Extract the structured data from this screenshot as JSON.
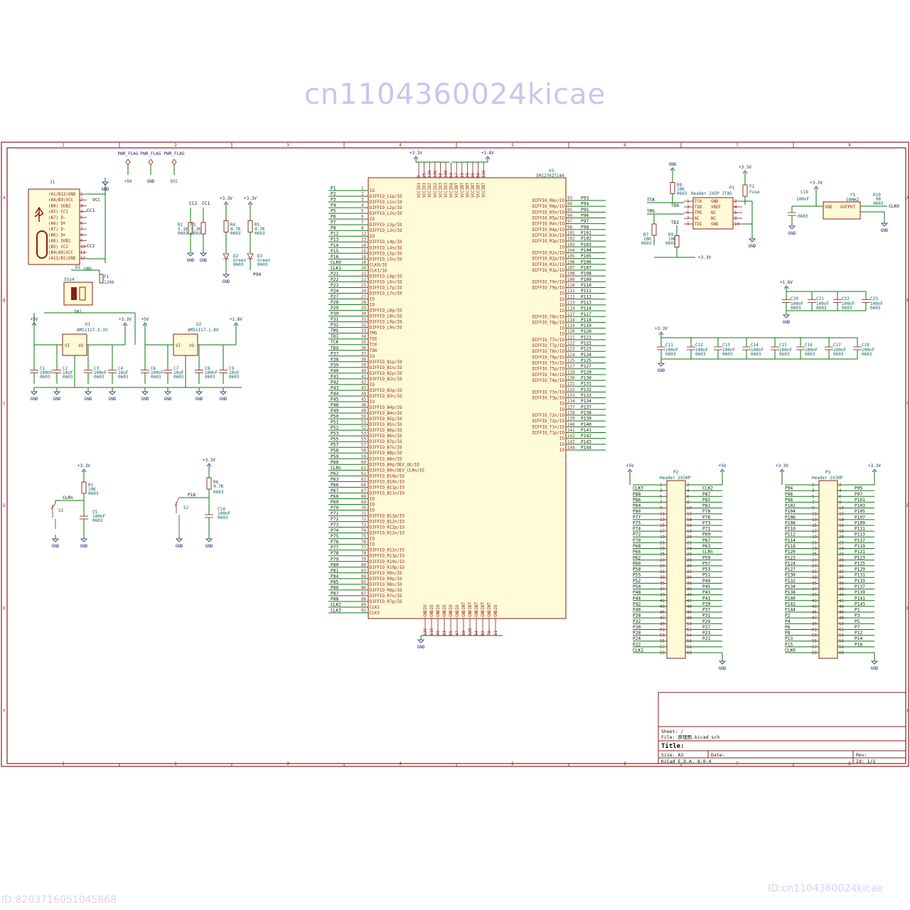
{
  "watermarks": {
    "top": "cn1104360024kicae",
    "bottom_left": "ID:82037160510458​68",
    "bottom_right": "ID:cn1104360024kicae"
  },
  "power_flags": [
    "PWR_FLAG",
    "PWR_FLAG",
    "PWR_FLAG"
  ],
  "power_flag_nets": [
    "+5V",
    "GND",
    "VCC"
  ],
  "j1": {
    "ref": "J1",
    "pins": [
      "(A1/B12)GND",
      "(A4/B9)VCC",
      "(B8) SUB2",
      "(A5) CC1",
      "(B7) D-",
      "(A6) D+",
      "(A7) D-",
      "(B6) D+",
      "(A8) SUB1",
      "(B5) CC2",
      "(B4/A9)VCC",
      "(A12/B1)GND"
    ],
    "nets": [
      "VCC",
      "CC1",
      "CC2"
    ],
    "gnd": "GND"
  },
  "switch": {
    "ref": "SW1",
    "value": "SS14",
    "d1": "D1",
    "f1": "F1",
    "f1_value": "1206"
  },
  "regulators": [
    {
      "ref": "U1",
      "value": "AMS1117-3.3V",
      "in": "+5V",
      "out": "+3.3V"
    },
    {
      "ref": "U2",
      "value": "AMS1117-1.8V",
      "in": "+5V",
      "out": "+1.8V"
    }
  ],
  "reg_caps": [
    {
      "ref": "C1",
      "value": "100nF",
      "pkg": "0603"
    },
    {
      "ref": "C2",
      "value": "10uF",
      "pkg": "0603"
    },
    {
      "ref": "C3",
      "value": "100nF",
      "pkg": "0603"
    },
    {
      "ref": "C4",
      "value": "10uF",
      "pkg": "0603"
    },
    {
      "ref": "C6",
      "value": "100nF",
      "pkg": "0603"
    },
    {
      "ref": "C7",
      "value": "10uF",
      "pkg": "0603"
    },
    {
      "ref": "C8",
      "value": "100nF",
      "pkg": "0603"
    },
    {
      "ref": "C9",
      "value": "10uF",
      "pkg": "0603"
    }
  ],
  "cc_resistors": [
    {
      "ref": "R2",
      "value": "5.1K",
      "pkg": "0603",
      "net": "CC2"
    },
    {
      "ref": "R3",
      "value": "5.1K",
      "pkg": "0603",
      "net": "CC1"
    }
  ],
  "leds": [
    {
      "ref": "R4",
      "value": "4.7K",
      "pkg": "0603",
      "led": "D2",
      "color": "Green",
      "ledpkg": "0603"
    },
    {
      "ref": "R5",
      "value": "4.7K",
      "pkg": "0603",
      "led": "D3",
      "color": "Green",
      "ledpkg": "0603",
      "net": "P94"
    }
  ],
  "reset": {
    "s1": "S1",
    "r1": "R1",
    "r1_value": "10K",
    "c5": "C5",
    "c5_value": "100nF",
    "net": "CLRn",
    "s2": "S2",
    "r6": "R6",
    "r6_value": "4.7K",
    "c10": "C10",
    "c10_value": "100nF",
    "net2": "P16",
    "pkg": "0603"
  },
  "cpld": {
    "ref": "U3",
    "value": "5M1270ZT144",
    "left": [
      [
        "P1",
        "1",
        "IO"
      ],
      [
        "P2",
        "2",
        "DIFFIO_L1p/IO"
      ],
      [
        "P3",
        "3",
        "DIFFIO_L1n/IO"
      ],
      [
        "P4",
        "4",
        "DIFFIO_L2p/IO"
      ],
      [
        "P5",
        "5",
        "DIFFIO_L2n/IO"
      ],
      [
        "P6",
        "6",
        "IO"
      ],
      [
        "P7",
        "7",
        "DIFFIO_L3p/IO"
      ],
      [
        "P8",
        "8",
        "DIFFIO_L3n/IO"
      ],
      [
        "P12",
        "12",
        "IO"
      ],
      [
        "P13",
        "13",
        "DIFFIO_L4p/IO"
      ],
      [
        "P14",
        "14",
        "DIFFIO_L4n/IO"
      ],
      [
        "P15",
        "15",
        "DIFFIO_L5p/IO"
      ],
      [
        "P16",
        "16",
        "DIFFIO_L5n/IO"
      ],
      [
        "CLK0",
        "18",
        "CLK0/IO"
      ],
      [
        "CLK1",
        "20",
        "CLK1/IO"
      ],
      [
        "P21",
        "21",
        "DIFFIO_L6p/IO"
      ],
      [
        "P22",
        "22",
        "DIFFIO_L6n/IO"
      ],
      [
        "P23",
        "23",
        "DIFFIO_L7p/IO"
      ],
      [
        "P24",
        "24",
        "DIFFIO_L7n/IO"
      ],
      [
        "P27",
        "27",
        "IO"
      ],
      [
        "P28",
        "28",
        "IO"
      ],
      [
        "P29",
        "29",
        "DIFFIO_L8p/IO"
      ],
      [
        "P30",
        "30",
        "DIFFIO_L8n/IO"
      ],
      [
        "P31",
        "31",
        "DIFFIO_L9p/IO"
      ],
      [
        "P32",
        "32",
        "DIFFIO_L9n/IO"
      ],
      [
        "TMS",
        "33",
        "TMS"
      ],
      [
        "TDI",
        "34",
        "TDI"
      ],
      [
        "TCK",
        "35",
        "TCK"
      ],
      [
        "TDO",
        "36",
        "TDO"
      ],
      [
        "P37",
        "37",
        "IO"
      ],
      [
        "P38",
        "38",
        "DIFFIO_B1p/IO"
      ],
      [
        "P39",
        "39",
        "DIFFIO_B1n/IO"
      ],
      [
        "P40",
        "40",
        "DIFFIO_B2p/IO"
      ],
      [
        "P41",
        "41",
        "DIFFIO_B2n/IO"
      ],
      [
        "P42",
        "42",
        "IO"
      ],
      [
        "P43",
        "43",
        "DIFFIO_B3p/IO"
      ],
      [
        "P44",
        "44",
        "DIFFIO_B3n/IO"
      ],
      [
        "P45",
        "45",
        "IO"
      ],
      [
        "P48",
        "48",
        "DIFFIO_B4p/IO"
      ],
      [
        "P49",
        "49",
        "DIFFIO_B4n/IO"
      ],
      [
        "P50",
        "50",
        "DIFFIO_B5p/IO"
      ],
      [
        "P51",
        "51",
        "DIFFIO_B5n/IO"
      ],
      [
        "P52",
        "52",
        "DIFFIO_B6p/IO"
      ],
      [
        "P53",
        "53",
        "DIFFIO_B6n/IO"
      ],
      [
        "P55",
        "55",
        "DIFFIO_B7p/IO"
      ],
      [
        "P57",
        "57",
        "DIFFIO_B7n/IO"
      ],
      [
        "P58",
        "58",
        "DIFFIO_B8p/IO"
      ],
      [
        "P59",
        "59",
        "DIFFIO_B8n/IO"
      ],
      [
        "P60",
        "60",
        "DIFFIO_B9p/DEV_OE/IO"
      ],
      [
        "CLRn",
        "61",
        "DIFFIO_B9n/DEV_CLRn/IO"
      ],
      [
        "P62",
        "62",
        "DIFFIO_B10p/IO"
      ],
      [
        "P63",
        "63",
        "DIFFIO_B10n/IO"
      ],
      [
        "P66",
        "66",
        "DIFFIO_B11p/IO"
      ],
      [
        "P67",
        "67",
        "DIFFIO_B11n/IO"
      ],
      [
        "P68",
        "68",
        "IO"
      ],
      [
        "P69",
        "69",
        "IO"
      ],
      [
        "P70",
        "70",
        "IO"
      ],
      [
        "P71",
        "71",
        "DIFFIO_B12p/IO"
      ],
      [
        "P72",
        "72",
        "DIFFIO_B12n/IO"
      ],
      [
        "P73",
        "73",
        "DIFFIO_R12p/IO"
      ],
      [
        "P74",
        "74",
        "DIFFIO_R12n/IO"
      ],
      [
        "P75",
        "75",
        "IO"
      ],
      [
        "P76",
        "76",
        "IO"
      ],
      [
        "P77",
        "77",
        "DIFFIO_R11n/IO"
      ],
      [
        "P78",
        "78",
        "DIFFIO_R11p/IO"
      ],
      [
        "P79",
        "79",
        "DIFFIO_R10n/IO"
      ],
      [
        "P80",
        "80",
        "DIFFIO_R10p/IO"
      ],
      [
        "P81",
        "81",
        "DIFFIO_R9n/IO"
      ],
      [
        "P84",
        "84",
        "DIFFIO_R9p/IO"
      ],
      [
        "P85",
        "85",
        "DIFFIO_R8n/IO"
      ],
      [
        "P86",
        "86",
        "DIFFIO_R8p/IO"
      ],
      [
        "P87",
        "87",
        "DIFFIO_R7n/IO"
      ],
      [
        "P88",
        "88",
        "DIFFIO_R7p/IO"
      ],
      [
        "CLK2",
        "89",
        "CLK2"
      ],
      [
        "CLK3",
        "91",
        "CLK3"
      ]
    ],
    "right": [
      [
        "P93",
        "93",
        "DIFFIO_R6n/IO"
      ],
      [
        "P94",
        "94",
        "DIFFIO_R6p/IO"
      ],
      [
        "P95",
        "95",
        "DIFFIO_R5n/IO"
      ],
      [
        "P96",
        "96",
        "DIFFIO_R5p/IO"
      ],
      [
        "P97",
        "97",
        "DIFFIO_R4n/IO"
      ],
      [
        "P98",
        "98",
        "DIFFIO_R4p/IO"
      ],
      [
        "P101",
        "101",
        "DIFFIO_R3n/IO"
      ],
      [
        "P102",
        "102",
        "DIFFIO_R3p/IO"
      ],
      [
        "P103",
        "103",
        "IO"
      ],
      [
        "P104",
        "104",
        "DIFFIO_R2n/IO"
      ],
      [
        "P105",
        "105",
        "DIFFIO_R2p/IO"
      ],
      [
        "P106",
        "106",
        "DIFFIO_R1n/IO"
      ],
      [
        "P107",
        "107",
        "DIFFIO_R1p/IO"
      ],
      [
        "P108",
        "108",
        "IO"
      ],
      [
        "P109",
        "109",
        "DIFFIO_T9n/IO"
      ],
      [
        "P110",
        "110",
        "DIFFIO_T9p/IO"
      ],
      [
        "P111",
        "111",
        "IO"
      ],
      [
        "P112",
        "112",
        "IO"
      ],
      [
        "P113",
        "113",
        "IO"
      ],
      [
        "P114",
        "114",
        "IO"
      ],
      [
        "P117",
        "117",
        "DIFFIO_T8n/IO"
      ],
      [
        "P118",
        "118",
        "DIFFIO_T8p/IO"
      ],
      [
        "P119",
        "119",
        "IO"
      ],
      [
        "P120",
        "120",
        "IO"
      ],
      [
        "P121",
        "121",
        "DIFFIO_T7n/IO"
      ],
      [
        "P122",
        "122",
        "DIFFIO_T7p/IO"
      ],
      [
        "P123",
        "123",
        "DIFFIO_T6n/IO"
      ],
      [
        "P124",
        "124",
        "DIFFIO_T6p/IO"
      ],
      [
        "P125",
        "125",
        "DIFFIO_T5n/IO"
      ],
      [
        "P127",
        "127",
        "DIFFIO_T5p/IO"
      ],
      [
        "P129",
        "129",
        "DIFFIO_T4n/IO"
      ],
      [
        "P130",
        "130",
        "DIFFIO_T4p/IO"
      ],
      [
        "P131",
        "131",
        "IO"
      ],
      [
        "P132",
        "132",
        "DIFFIO_T3n/IO"
      ],
      [
        "P133",
        "133",
        "DIFFIO_T3p/IO"
      ],
      [
        "P134",
        "134",
        "IO"
      ],
      [
        "P137",
        "137",
        "IO"
      ],
      [
        "P138",
        "138",
        "DIFFIO_T2n/IO"
      ],
      [
        "P139",
        "139",
        "DIFFIO_T2p/IO"
      ],
      [
        "P140",
        "140",
        "DIFFIO_T1n/IO"
      ],
      [
        "P141",
        "141",
        "DIFFIO_T1p/IO"
      ],
      [
        "P142",
        "142",
        "IO"
      ],
      [
        "P143",
        "143",
        "IO"
      ],
      [
        "P144",
        "144",
        "IO"
      ]
    ],
    "top_pins": [
      "9",
      "25",
      "116",
      "136",
      "92",
      "100",
      "64",
      "17",
      "19",
      "26",
      "90",
      "56",
      "126"
    ],
    "top_names": [
      "VCCIO1",
      "VCCIO1",
      "VCCIO2",
      "VCCIO2",
      "VCCIO3",
      "VCCIO3",
      "VCCIO4",
      "VCCINT",
      "VCCINT",
      "VCCINT",
      "VCCINT",
      "VCCINT",
      "VCCINT"
    ],
    "top_nets": [
      "+3.3V",
      "+1.8V"
    ],
    "bottom_pins": [
      "135",
      "115",
      "99",
      "83",
      "65",
      "47",
      "10",
      "128",
      "54",
      "82",
      "78",
      "11"
    ],
    "bottom_names": [
      "GNDIO",
      "GNDIO",
      "GNDIO",
      "GNDIO",
      "GNDIO",
      "GNDIO",
      "GNDINT",
      "GNDINT",
      "GNDINT",
      "GNDINT",
      "GNDINT",
      "GNDIO"
    ],
    "bottom_net": "GND"
  },
  "jtag": {
    "ref": "P1",
    "value": "Header 2X5P JTAG",
    "f2": "F2",
    "f2_value": "Fuse",
    "r8": "R8",
    "r8_value": "10K",
    "r7": "R7",
    "r7_value": "10K",
    "r9": "R9",
    "r9_value": "10K",
    "pkg": "0603",
    "left": [
      "TCK",
      "TDO",
      "TMS",
      "NC",
      "TDI"
    ],
    "right": [
      "GND",
      "VREF",
      "NC",
      "NC",
      "GND"
    ],
    "lnum": [
      "1",
      "3",
      "5",
      "7",
      "9"
    ],
    "rnum": [
      "2",
      "4",
      "6",
      "8",
      "10"
    ],
    "nets": [
      "TCK",
      "TDO",
      "TMS",
      "TDI"
    ],
    "pwr": "+3.3V",
    "gnd": "GND"
  },
  "osc": {
    "ref": "Y1",
    "value": "50MHZ",
    "vdd": "VDD",
    "output": "OUTPUT",
    "c19": "C19",
    "c19_value": "100nF",
    "r10": "R10",
    "r10_value": "0R",
    "pkg": "0603",
    "net": "CLK0",
    "pwr": "+3.3V",
    "gnd": "GND"
  },
  "decoupling_18": {
    "net": "+1.8V",
    "caps": [
      {
        "ref": "C20",
        "value": "100nF"
      },
      {
        "ref": "C21",
        "value": "100nF"
      },
      {
        "ref": "C22",
        "value": "100nF"
      },
      {
        "ref": "C23",
        "value": "100nF"
      }
    ],
    "pkg": "0603",
    "gnd": "GND"
  },
  "decoupling_33": {
    "net": "+3.3V",
    "caps": [
      {
        "ref": "C11",
        "value": "100nF"
      },
      {
        "ref": "C12",
        "value": "100nF"
      },
      {
        "ref": "C13",
        "value": "100nF"
      },
      {
        "ref": "C14",
        "value": "100nF"
      },
      {
        "ref": "C15",
        "value": "100nF"
      },
      {
        "ref": "C16",
        "value": "100nF"
      },
      {
        "ref": "C17",
        "value": "100nF"
      },
      {
        "ref": "C18",
        "value": "100nF"
      }
    ],
    "pkg": "0603",
    "gnd": "GND"
  },
  "headers": [
    {
      "ref": "P2",
      "value": "Header 2X30P",
      "pwr": "+5V",
      "gnd": "GND",
      "left": [
        "",
        "CLK3",
        "P88",
        "P86",
        "P84",
        "P80",
        "P77",
        "P75",
        "P74",
        "P72",
        "P70",
        "P68",
        "P66",
        "P62",
        "P60",
        "P58",
        "P55",
        "P52",
        "P50",
        "P48",
        "P44",
        "P42",
        "P40",
        "P38",
        "P32",
        "P30",
        "P28",
        "P24",
        "P22",
        "CLK1"
      ],
      "right": [
        "",
        "CLK2",
        "P87",
        "P85",
        "P81",
        "P78",
        "P76",
        "P73",
        "P71",
        "P69",
        "P67",
        "P63",
        "CLRn",
        "P59",
        "P57",
        "P53",
        "P51",
        "P49",
        "P45",
        "P43",
        "P41",
        "P39",
        "P37",
        "P31",
        "P29",
        "P27",
        "P23",
        "P21",
        "",
        ""
      ]
    },
    {
      "ref": "P3",
      "value": "Header 2X30P",
      "pwr": "+3.3V",
      "gnd": "GND",
      "left": [
        "",
        "P94",
        "P96",
        "P98",
        "P102",
        "P104",
        "P106",
        "P108",
        "P110",
        "P112",
        "P114",
        "P118",
        "P120",
        "P122",
        "P124",
        "P127",
        "P130",
        "P132",
        "P134",
        "P138",
        "P140",
        "P142",
        "P144",
        "P2",
        "P4",
        "P6",
        "P8",
        "P13",
        "P15",
        "CLK0"
      ],
      "right": [
        "",
        "P95",
        "P97",
        "P101",
        "P103",
        "P105",
        "P107",
        "P109",
        "P111",
        "P113",
        "P117",
        "P119",
        "P121",
        "P123",
        "P125",
        "P129",
        "P131",
        "P133",
        "P137",
        "P139",
        "P141",
        "P143",
        "P1",
        "P3",
        "P5",
        "P7",
        "P12",
        "P14",
        "P16",
        ""
      ]
    }
  ],
  "title_block": {
    "sheet": "Sheet: /",
    "file": "File: 原理图.kicad_sch",
    "title": "Title:",
    "size": "Size: A3",
    "date": "Date:",
    "rev": "Rev:",
    "tool": "KiCad E.D.A. 8.0.4",
    "id": "Id: 1/1"
  },
  "border": {
    "cols": [
      "1",
      "2",
      "3",
      "4",
      "5",
      "6",
      "7",
      "8"
    ],
    "rows": [
      "A",
      "B",
      "C",
      "D",
      "E",
      "F"
    ]
  }
}
